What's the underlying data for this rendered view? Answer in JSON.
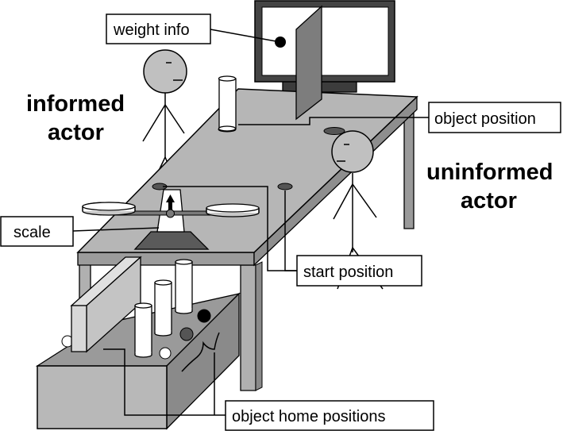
{
  "labels": {
    "weight_info": "weight info",
    "object_position": "object position",
    "scale": "scale",
    "start_position": "start position",
    "object_home_positions": "object home positions"
  },
  "actors": {
    "informed_line1": "informed",
    "informed_line2": "actor",
    "uninformed_line1": "uninformed",
    "uninformed_line2": "actor"
  },
  "colors": {
    "table_top": "#b4b4b4",
    "table_side": "#8e8e8e",
    "box_front": "#b8b8b8",
    "box_side": "#8a8a8a",
    "head": "#c0c0c0",
    "monitor": "#404040",
    "divider": "#7d7d7d"
  }
}
